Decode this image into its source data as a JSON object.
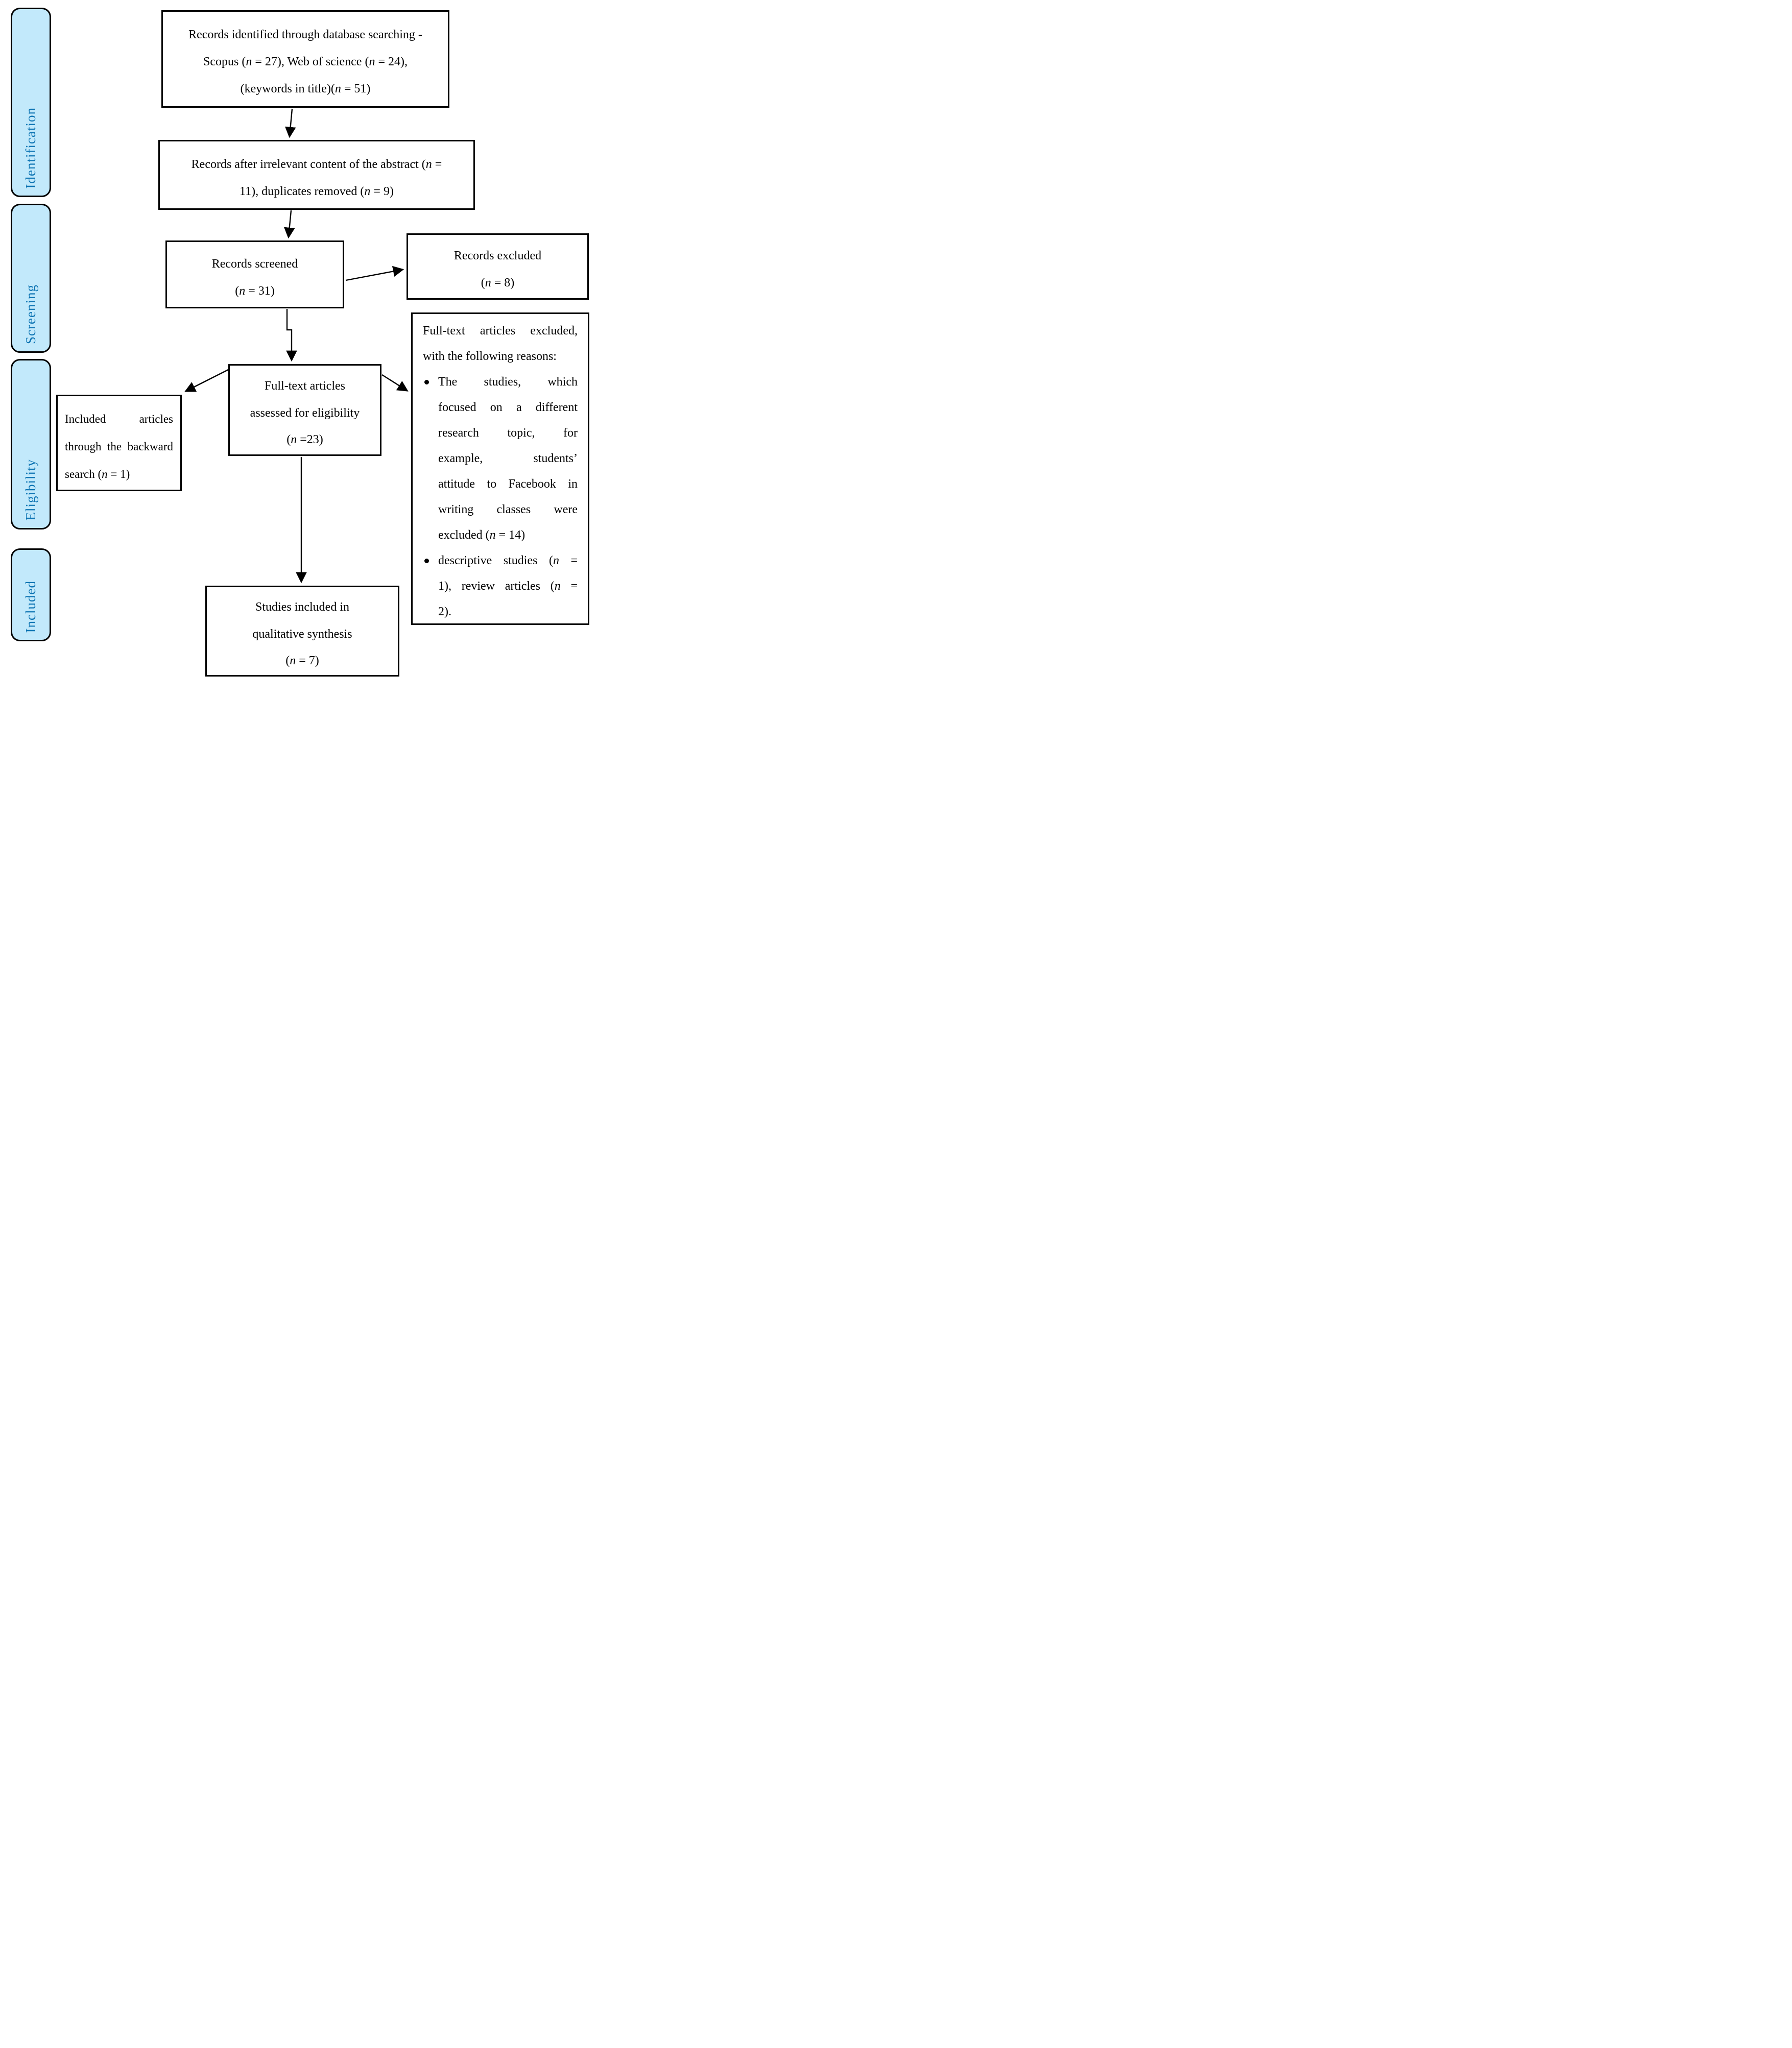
{
  "stage_labels": {
    "identification": "Identification",
    "screening": "Screening",
    "eligibility": "Eligibility",
    "included": "Included"
  },
  "boxes": {
    "records_identified": {
      "lines": [
        "Records identified through database searching -",
        "Scopus (<i>n</i> = 27), Web of science (<i>n</i> = 24),",
        "(keywords in title)(<i>n</i> = 51)"
      ]
    },
    "records_after": {
      "lines": [
        "Records after irrelevant content of the abstract (<i>n</i> =",
        "11), duplicates removed (<i>n</i> = 9)"
      ]
    },
    "records_screened": {
      "lines": [
        "Records screened",
        "(<i>n</i> = 31)"
      ]
    },
    "records_excluded": {
      "lines": [
        "Records excluded",
        "(<i>n</i> = 8)"
      ]
    },
    "fulltext_assessed": {
      "lines": [
        "Full-text articles",
        "assessed for eligibility",
        "(<i>n</i> =23)"
      ]
    },
    "included_backward": {
      "lines": [
        "Included articles",
        "through the backward",
        "search (<i>n</i> = 1)"
      ]
    },
    "fulltext_excluded": {
      "intro_lines": [
        "Full-text articles excluded,",
        "with the following reasons:"
      ],
      "bullet_1_lines": [
        "The studies, which",
        "focused on a different",
        "research topic, for",
        "example, students’",
        "attitude to Facebook in",
        "writing classes were",
        "excluded (<i>n</i> = 14)"
      ],
      "bullet_2_lines": [
        "descriptive studies (<i>n</i> =",
        "1), review articles (<i>n</i> =",
        "2)."
      ]
    },
    "studies_included": {
      "lines": [
        "Studies included in",
        "qualitative synthesis",
        "(<i>n</i> = 7)"
      ]
    }
  },
  "colors": {
    "stage_fill": "#C2E9FB",
    "stage_text": "#1076B4",
    "box_border": "#000000",
    "arrow": "#000000",
    "background": "#FFFFFF"
  }
}
